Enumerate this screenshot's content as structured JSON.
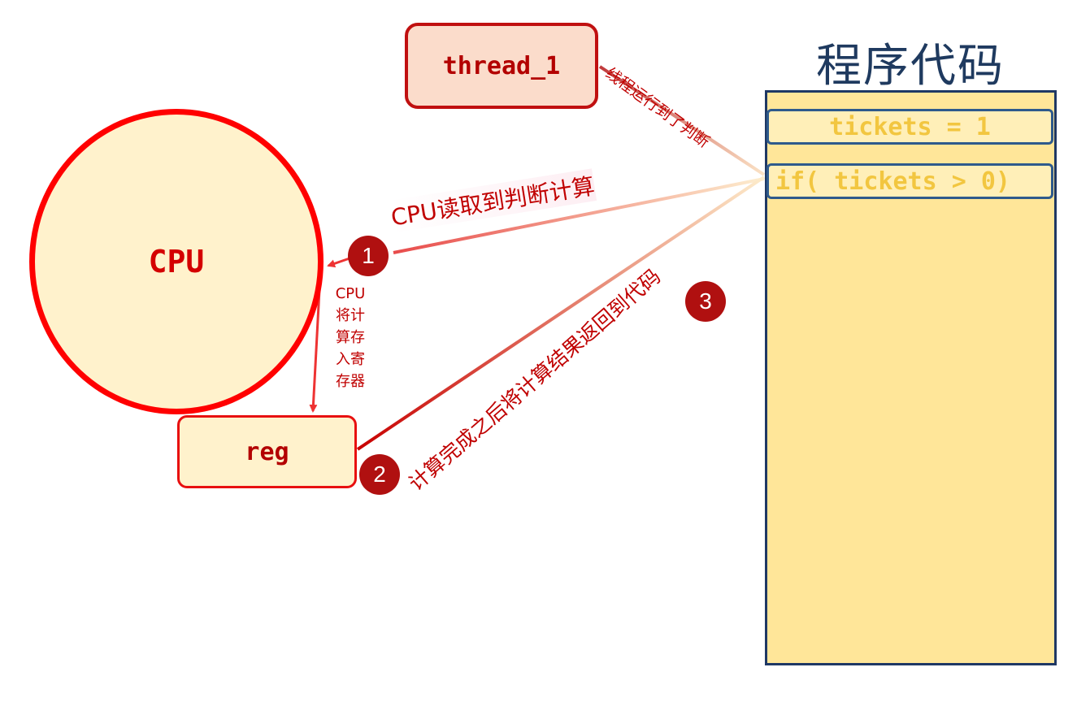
{
  "thread": {
    "label": "thread_1"
  },
  "cpu": {
    "label": "CPU"
  },
  "reg": {
    "label": "reg"
  },
  "code_panel": {
    "title": "程序代码",
    "lines": [
      "tickets = 1",
      "if( tickets > 0)"
    ]
  },
  "annotations": {
    "thread_to_code": "线程运行到了判断",
    "cpu_read": "CPU读取到判断计算",
    "cpu_store_lines": [
      "CPU",
      "将计",
      "算存",
      "入寄",
      "存器"
    ],
    "return_result": "计算完成之后将计算结果返回到代码"
  },
  "steps": [
    "1",
    "2",
    "3"
  ],
  "colors": {
    "red": "#c00000",
    "bright_red": "#ff0000",
    "cream": "#fff2cc",
    "code_yellow": "#ffe699",
    "navy": "#1f3864",
    "badge": "#b01010"
  }
}
